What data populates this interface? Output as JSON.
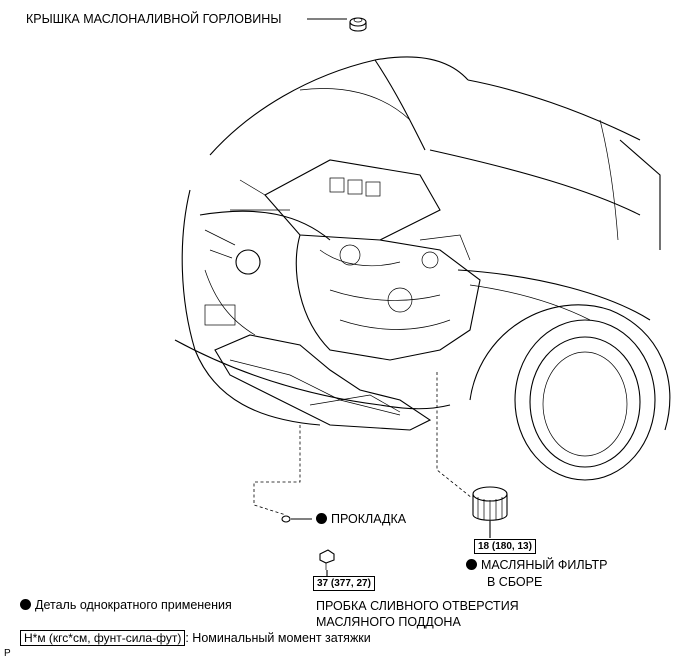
{
  "callouts": {
    "oil_filler_cap": "КРЫШКА МАСЛОНАЛИВНОЙ ГОРЛОВИНЫ",
    "gasket": "ПРОКЛАДКА",
    "oil_filter_line1": "МАСЛЯНЫЙ ФИЛЬТР",
    "oil_filter_line2": "В СБОРЕ",
    "drain_plug_line1": "ПРОБКА СЛИВНОГО ОТВЕРСТИЯ",
    "drain_plug_line2": "МАСЛЯНОГО ПОДДОНА"
  },
  "torque": {
    "oil_filter": "18 (180, 13)",
    "drain_plug": "37 (377, 27)"
  },
  "legend": {
    "single_use": "Деталь однократного применения",
    "unit_box": "Н*м (кгс*см, фунт-сила-фут)",
    "unit_desc": ": Номинальный момент затяжки"
  },
  "corner_mark": "P"
}
